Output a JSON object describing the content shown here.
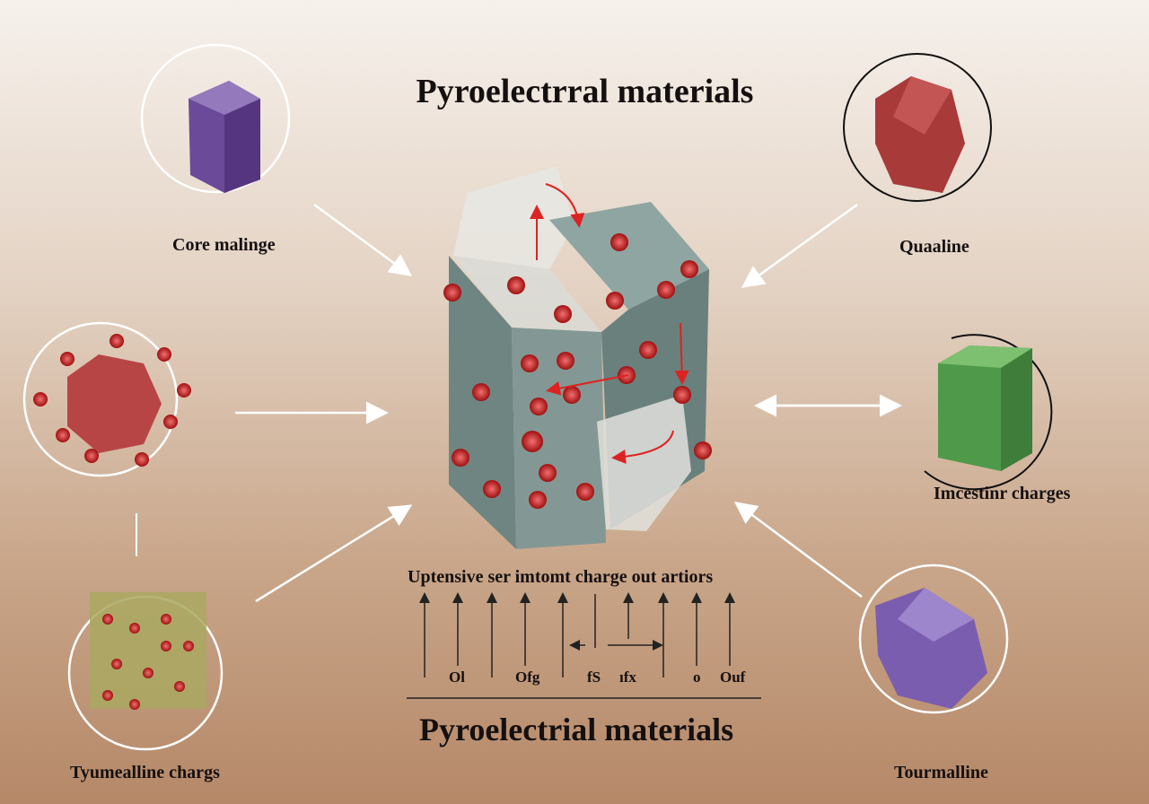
{
  "title_top": "Pyroelectrral materials",
  "title_bottom": "Pyroelectrial materials",
  "caption": "Uptensive ser imtomt charge out artiors",
  "axis_labels": [
    "Ol",
    "Ofg",
    "fS",
    "ıfx",
    "o",
    "Ouf"
  ],
  "items": {
    "top_left": "Core malinge",
    "top_right": "Quaaline",
    "right_mid": "Imcestinr charges",
    "bottom_left": "Tyumealline chargs",
    "bottom_right": "Tourmalline"
  },
  "colors": {
    "charge": "#c8281e",
    "crystal": "#6e8582",
    "purple": "#6b4a9a",
    "green": "#4f9a4a",
    "red": "#a83a3a"
  }
}
